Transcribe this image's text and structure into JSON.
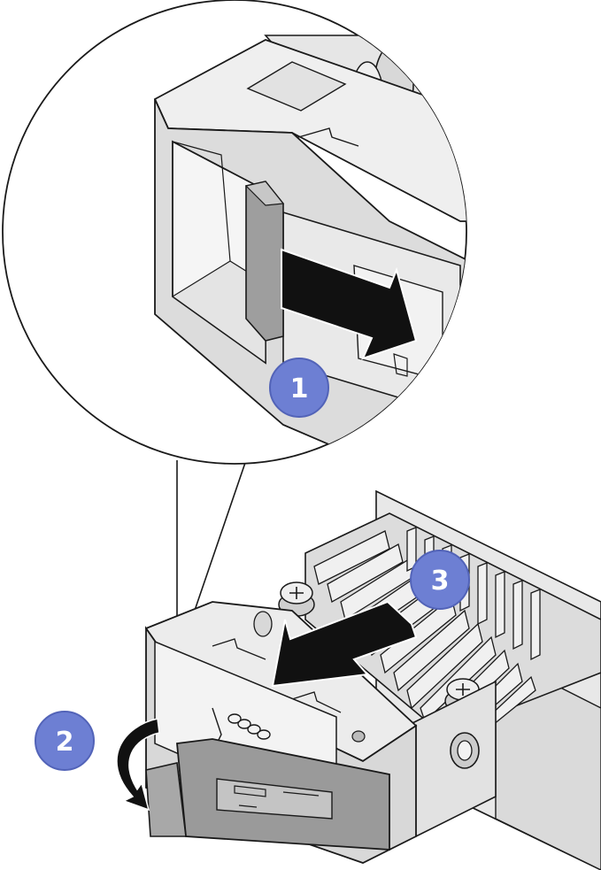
{
  "steps": [
    {
      "number": "1",
      "meaning": "slide-latch"
    },
    {
      "number": "2",
      "meaning": "rotate-handle"
    },
    {
      "number": "3",
      "meaning": "pull-out-module"
    }
  ],
  "colors": {
    "callout": "#6d7fd3",
    "callout_edge": "#5263b8",
    "line": "#1a1a1a",
    "metal_light": "#ececec",
    "metal_mid": "#d6d6d6",
    "metal_dark": "#b3b3b3",
    "handle": "#9a9a9a",
    "arrow": "#111111"
  },
  "icons": [
    "arrow-slide-right-icon",
    "arrow-rotate-down-icon",
    "arrow-pull-left-icon"
  ]
}
